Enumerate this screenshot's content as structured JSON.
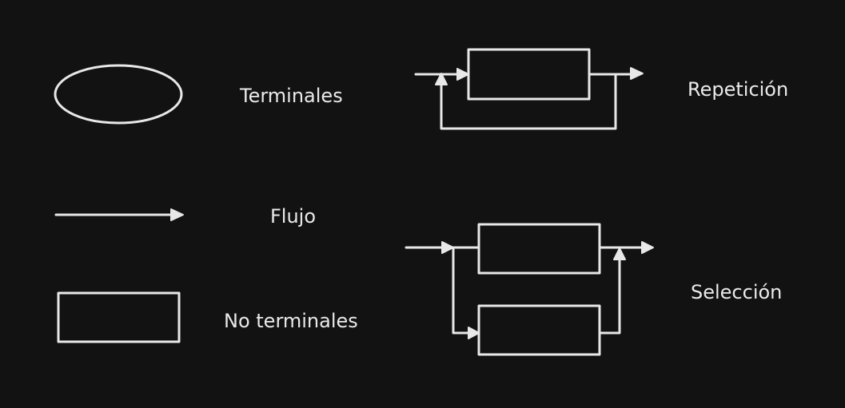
{
  "legend": {
    "terminal_label": "Terminales",
    "flow_label": "Flujo",
    "nonterminal_label": "No terminales"
  },
  "patterns": {
    "repetition_label": "Repetición",
    "selection_label": "Selección"
  },
  "colors": {
    "background": "#121212",
    "stroke": "#e8e8e8",
    "text": "#eaeaea"
  }
}
